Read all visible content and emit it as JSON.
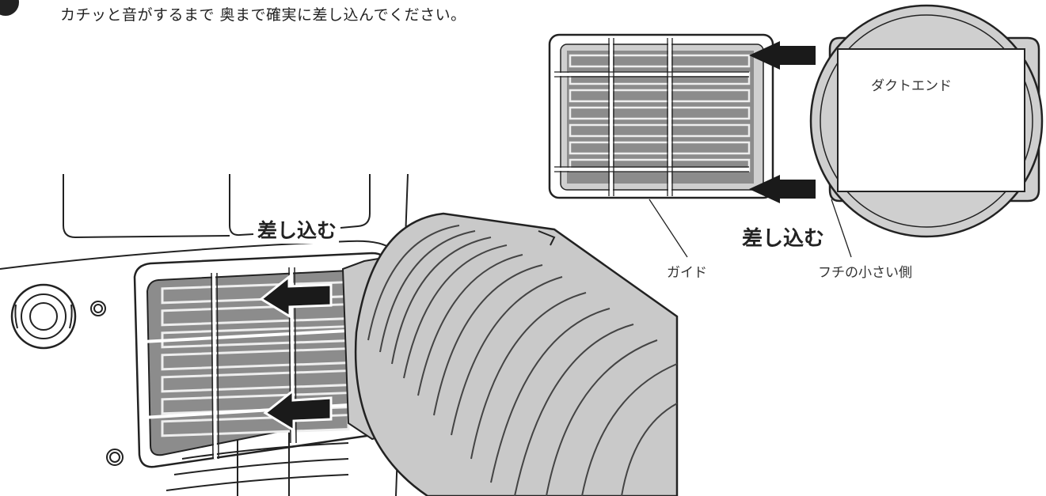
{
  "instruction": {
    "text": "カチッと音がするまで 奥まで確実に差し込んでください。"
  },
  "labels": {
    "duct_end": "ダクトエンド",
    "insert_top": "差し込む",
    "insert_main": "差し込む",
    "guide": "ガイド",
    "small_rim_side": "フチの小さい側"
  },
  "colors": {
    "outline": "#222222",
    "filter_gray": "#8c8c8c",
    "light_gray": "#cfcfcf",
    "hose_gray": "#c9c9c9",
    "arrow": "#1a1a1a"
  },
  "icons": {
    "step_badge": "step-number-circle",
    "insert_arrow": "left-arrow-icon"
  }
}
